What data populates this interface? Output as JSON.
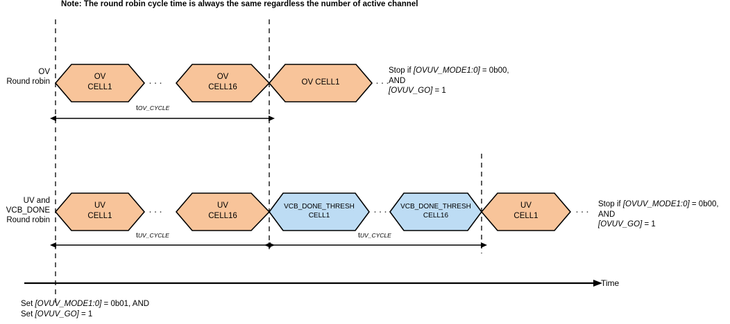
{
  "diagram": {
    "title_note": "Note: The round robin cycle time is always the same regardless the number of active channel",
    "colors": {
      "hex_orange_fill": "#F8C49A",
      "hex_blue_fill": "#BDDCF4",
      "stroke": "#000000",
      "background": "#FFFFFF"
    },
    "rows": [
      {
        "id": "ov-round-robin",
        "label_line1": "OV",
        "label_line2": "Round robin",
        "cycle_label_prefix": "t",
        "cycle_label_subscript": "OV_CYCLE",
        "stop_note_line1_prefix": "Stop if ",
        "stop_note_line1_reg": "[OVUV_MODE1:0]",
        "stop_note_line1_suffix": " = 0b00,",
        "stop_note_line2": "AND",
        "stop_note_line3_reg": "[OVUV_GO]",
        "stop_note_line3_suffix": " = 1",
        "blocks": [
          {
            "name": "ov-cell1-block",
            "line1": "OV",
            "line2": "CELL1",
            "color": "orange"
          },
          {
            "name": "ellipsis-ov-1",
            "text": "···",
            "type": "ellipsis"
          },
          {
            "name": "ov-cell16-block",
            "line1": "OV",
            "line2": "CELL16",
            "color": "orange"
          },
          {
            "name": "ov-cell1-block-2",
            "line1": "OV CELL1",
            "line2": "",
            "color": "orange"
          },
          {
            "name": "ellipsis-ov-2",
            "text": "···",
            "type": "ellipsis"
          }
        ]
      },
      {
        "id": "uv-vcbdone-round-robin",
        "label_line1": "UV and",
        "label_line2": "VCB_DONE",
        "label_line3": "Round robin",
        "cycle_label_prefix": "t",
        "cycle_label_subscript": "UV_CYCLE",
        "cycle_label2_prefix": "t",
        "cycle_label2_subscript": "UV_CYCLE",
        "stop_note_line1_prefix": "Stop if ",
        "stop_note_line1_reg": "[OVUV_MODE1:0]",
        "stop_note_line1_suffix": " = 0b00,",
        "stop_note_line2": "AND",
        "stop_note_line3_reg": "[OVUV_GO]",
        "stop_note_line3_suffix": " = 1",
        "blocks": [
          {
            "name": "uv-cell1-block",
            "line1": "UV",
            "line2": "CELL1",
            "color": "orange"
          },
          {
            "name": "ellipsis-uv-1",
            "text": "···",
            "type": "ellipsis"
          },
          {
            "name": "uv-cell16-block",
            "line1": "UV",
            "line2": "CELL16",
            "color": "orange"
          },
          {
            "name": "vcb-done-thresh-cell1-block",
            "line1": "VCB_DONE_THRESH",
            "line2": "CELL1",
            "color": "blue"
          },
          {
            "name": "ellipsis-uv-2",
            "text": "···",
            "type": "ellipsis"
          },
          {
            "name": "vcb-done-thresh-cell16-block",
            "line1": "VCB_DONE_THRESH",
            "line2": "CELL16",
            "color": "blue"
          },
          {
            "name": "uv-cell1-block-2",
            "line1": "UV",
            "line2": "CELL1",
            "color": "orange"
          },
          {
            "name": "ellipsis-uv-3",
            "text": "···",
            "type": "ellipsis"
          }
        ]
      }
    ],
    "time_axis": {
      "label": "Time"
    },
    "set_note": {
      "line1_prefix": "Set ",
      "line1_reg": "[OVUV_MODE1:0]",
      "line1_suffix": " = 0b01, AND",
      "line2_prefix": "Set ",
      "line2_reg": "[OVUV_GO]",
      "line2_suffix": " = 1"
    }
  }
}
